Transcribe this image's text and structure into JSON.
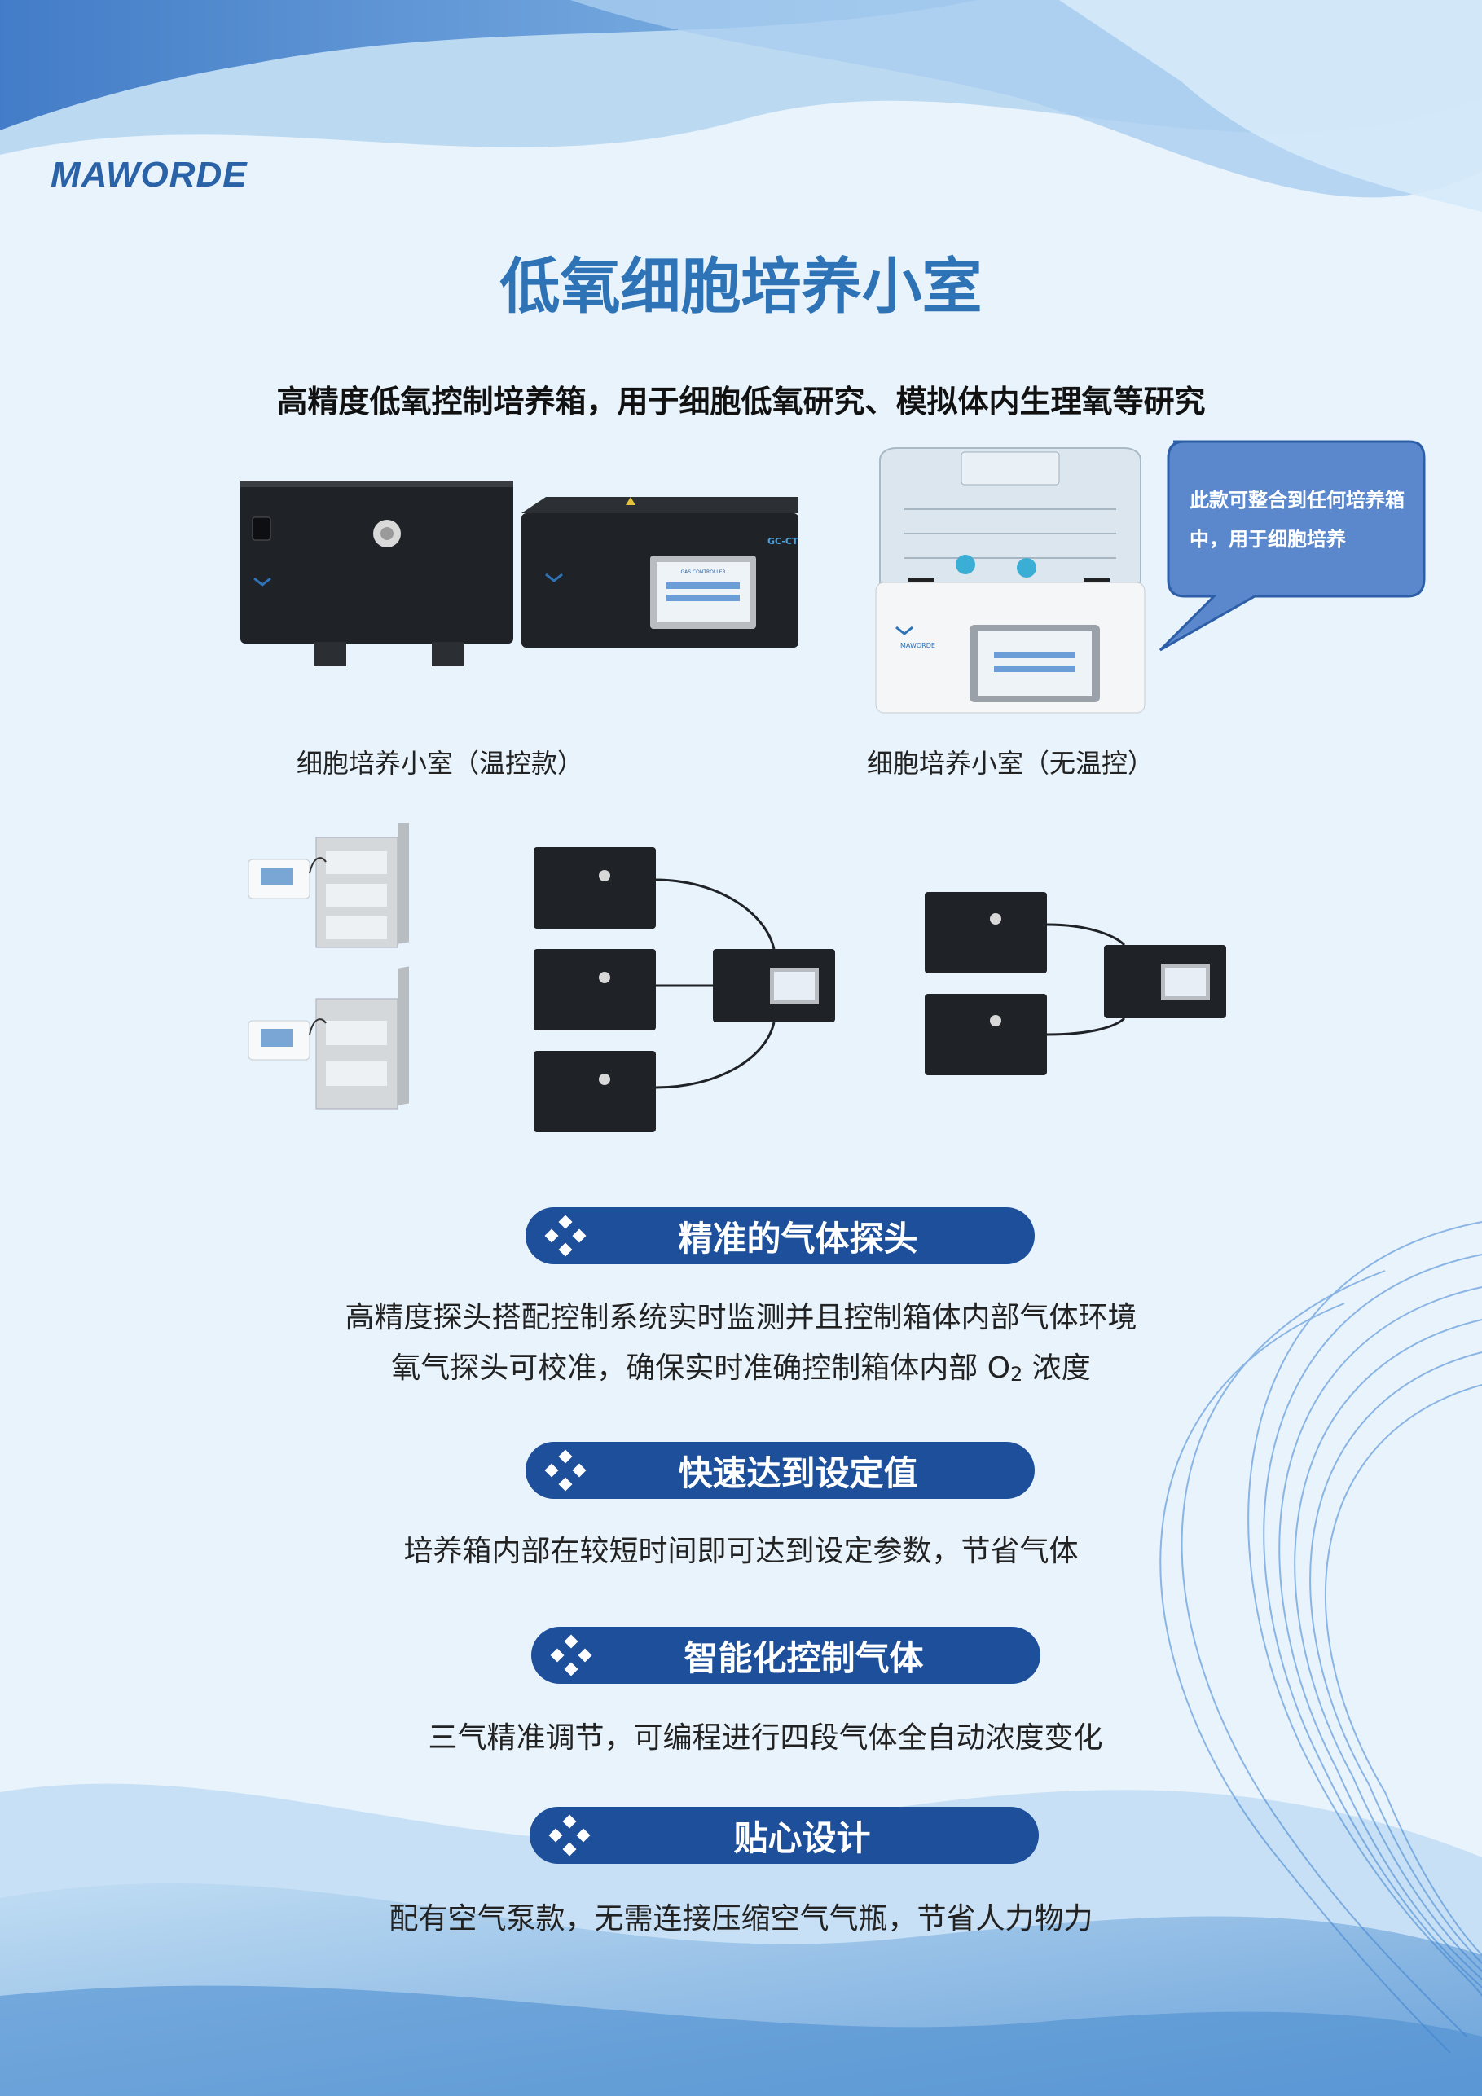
{
  "brand": {
    "logo_text": "MAWORDE"
  },
  "header": {
    "title": "低氧细胞培养小室",
    "subtitle": "高精度低氧控制培养箱，用于细胞低氧研究、模拟体内生理氧等研究"
  },
  "products": [
    {
      "caption": "细胞培养小室（温控款）"
    },
    {
      "caption": "细胞培养小室（无温控）"
    }
  ],
  "device_labels": {
    "panel_model": "GC-CT",
    "screen_title": "GAS CONTROLLER",
    "device_brand": "MAWORDE"
  },
  "callout": {
    "text": "此款可整合到任何培养箱中，用于细胞培养"
  },
  "features": [
    {
      "heading": "精准的气体探头",
      "lines": [
        "高精度探头搭配控制系统实时监测并且控制箱体内部气体环境"
      ],
      "line2_prefix": "氧气探头可校准，确保实时准确控制箱体内部 ",
      "line2_o": "O",
      "line2_sub": "2",
      "line2_suffix": " 浓度"
    },
    {
      "heading": "快速达到设定值",
      "lines": [
        "培养箱内部在较短时间即可达到设定参数，节省气体"
      ]
    },
    {
      "heading": "智能化控制气体",
      "lines": [
        "三气精准调节，可编程进行四段气体全自动浓度变化"
      ]
    },
    {
      "heading": "贴心设计",
      "lines": [
        "配有空气泵款，无需连接压缩空气气瓶，节省人力物力"
      ]
    }
  ],
  "colors": {
    "pill": "#1d4f9a",
    "title": "#2f73b7",
    "bubble": "#5b88cc",
    "device": "#1f2227"
  }
}
